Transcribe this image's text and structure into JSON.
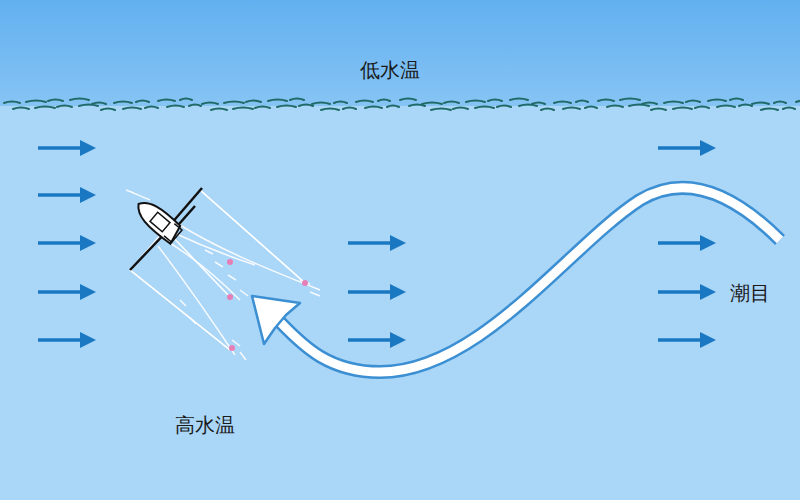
{
  "diagram": {
    "labels": [
      "低水温",
      "高水温",
      "潮目"
    ]
  }
}
